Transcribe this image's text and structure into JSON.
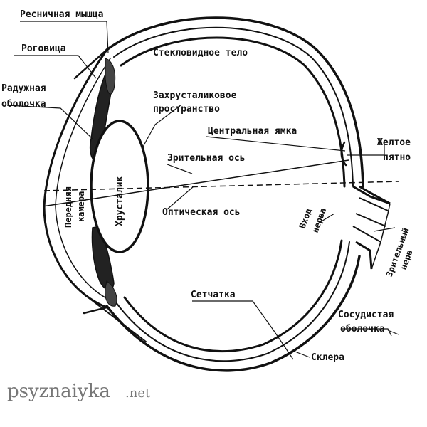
{
  "labels": {
    "ciliary_muscle": "Ресничная мышца",
    "cornea": "Роговица",
    "iris_1": "Радужная",
    "iris_2": "оболочка",
    "vitreous_body": "Стекловидное тело",
    "retrolental_1": "Захрусталиковое",
    "retrolental_2": "пространство",
    "central_fovea": "Центральная ямка",
    "macula_1": "Желтое",
    "macula_2": "пятно",
    "visual_axis": "Зрительная ось",
    "anterior_chamber_1": "Передняя",
    "anterior_chamber_2": "камера",
    "lens": "Хрусталик",
    "optical_axis": "Оптическая ось",
    "nerve_entry_1": "Вход",
    "nerve_entry_2": "нерва",
    "optic_nerve_1": "Зрительный",
    "optic_nerve_2": "нерв",
    "retina": "Сетчатка",
    "choroid_1": "Сосудистая",
    "choroid_2": "оболочка",
    "sclera": "Склера"
  },
  "watermark": {
    "main": "psyznaiyka",
    "suffix": ".net"
  }
}
